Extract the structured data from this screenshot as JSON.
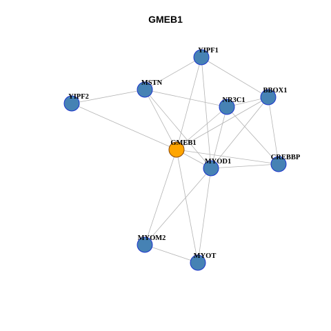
{
  "title": "GMEB1",
  "colors": {
    "node_fill": "#4682B4",
    "node_stroke": "#1a33cc",
    "center_fill": "#FFA500",
    "center_stroke": "#8b4500",
    "edge": "#b3b3b3"
  },
  "nodes": [
    {
      "id": "YIPF1",
      "label": "YIPF1",
      "center": false
    },
    {
      "id": "MSTN",
      "label": "MSTN",
      "center": false
    },
    {
      "id": "YIPF2",
      "label": "YIPF2",
      "center": false
    },
    {
      "id": "NR3C1",
      "label": "NR3C1",
      "center": false
    },
    {
      "id": "BBOX1",
      "label": "BBOX1",
      "center": false
    },
    {
      "id": "GMEB1",
      "label": "GMEB1",
      "center": true
    },
    {
      "id": "MYOD1",
      "label": "MYOD1",
      "center": false
    },
    {
      "id": "CREBBP",
      "label": "CREBBP",
      "center": false
    },
    {
      "id": "MYOM2",
      "label": "MYOM2",
      "center": false
    },
    {
      "id": "MYOT",
      "label": "MYOT",
      "center": false
    }
  ],
  "edges": [
    [
      "YIPF1",
      "MSTN"
    ],
    [
      "YIPF1",
      "BBOX1"
    ],
    [
      "YIPF1",
      "GMEB1"
    ],
    [
      "YIPF1",
      "MYOD1"
    ],
    [
      "MSTN",
      "YIPF2"
    ],
    [
      "MSTN",
      "NR3C1"
    ],
    [
      "MSTN",
      "GMEB1"
    ],
    [
      "MSTN",
      "MYOD1"
    ],
    [
      "YIPF2",
      "GMEB1"
    ],
    [
      "NR3C1",
      "BBOX1"
    ],
    [
      "NR3C1",
      "GMEB1"
    ],
    [
      "NR3C1",
      "MYOD1"
    ],
    [
      "NR3C1",
      "CREBBP"
    ],
    [
      "BBOX1",
      "GMEB1"
    ],
    [
      "BBOX1",
      "MYOD1"
    ],
    [
      "BBOX1",
      "CREBBP"
    ],
    [
      "GMEB1",
      "MYOD1"
    ],
    [
      "GMEB1",
      "CREBBP"
    ],
    [
      "GMEB1",
      "MYOM2"
    ],
    [
      "GMEB1",
      "MYOT"
    ],
    [
      "MYOD1",
      "CREBBP"
    ],
    [
      "MYOD1",
      "MYOM2"
    ],
    [
      "MYOD1",
      "MYOT"
    ],
    [
      "MYOM2",
      "MYOT"
    ]
  ]
}
